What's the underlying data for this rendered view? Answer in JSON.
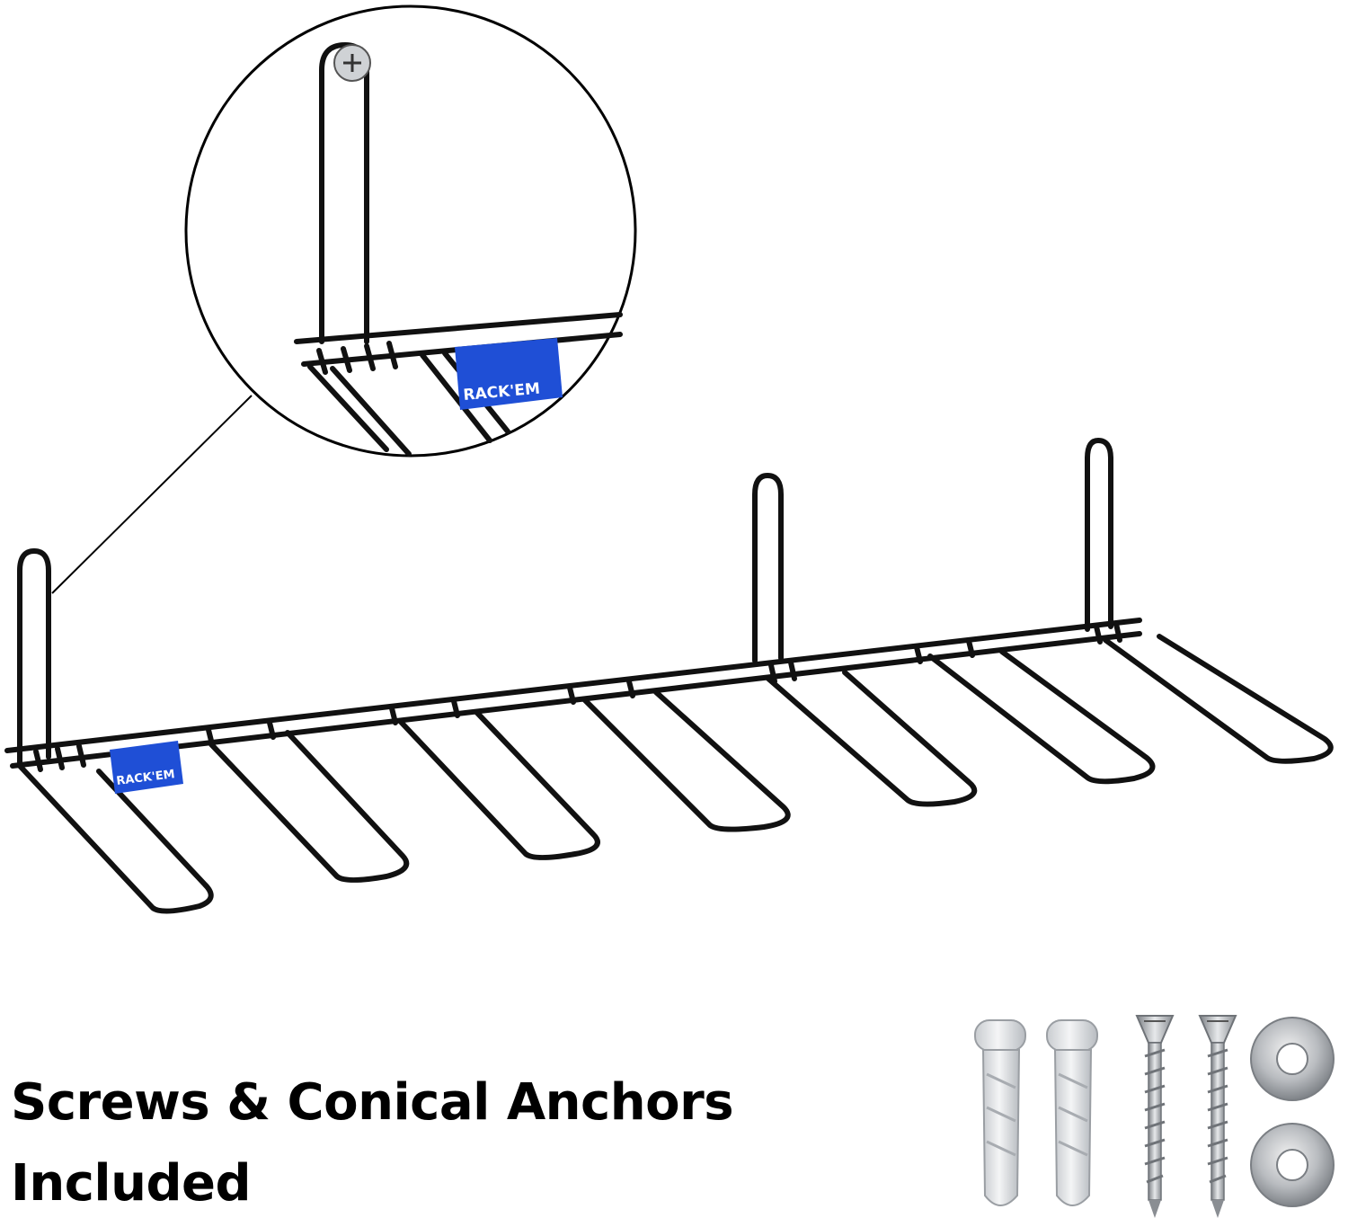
{
  "product": {
    "brand_label": "RACK'EM",
    "brand_color": "#1f4fd6",
    "wire_color": "#111111"
  },
  "caption": {
    "line1": "Screws & Conical Anchors",
    "line2": "Included"
  },
  "hardware": {
    "anchors": 2,
    "screws": 2,
    "washers": 2
  }
}
